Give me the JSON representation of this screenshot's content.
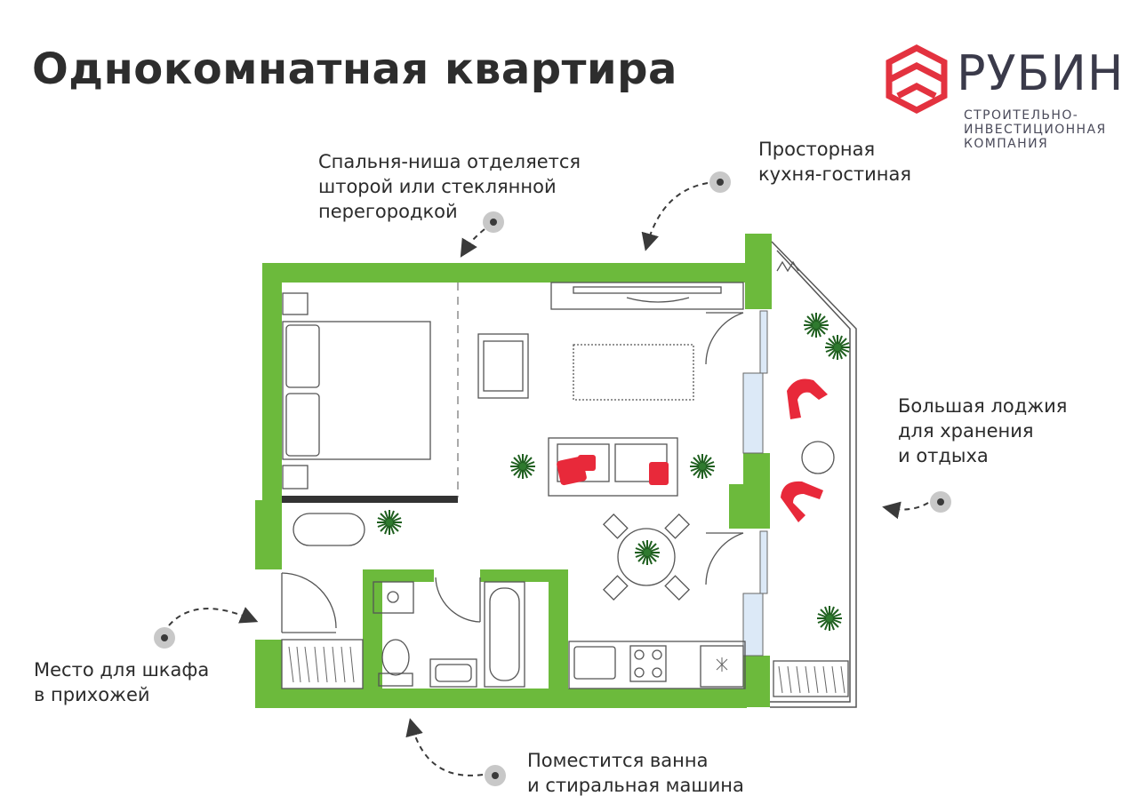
{
  "header": {
    "title": "Однокомнатная квартира"
  },
  "brand": {
    "name": "РУБИН",
    "tagline_lines": [
      "Строительно-",
      "инвестиционная",
      "компания"
    ],
    "color": "#e3323f"
  },
  "colors": {
    "wall": "#6cba3c",
    "marker": "#c8c8c8",
    "marker_dot": "#3a3a3a",
    "chair": "#e8293a",
    "window": "#dce9f7"
  },
  "callouts": {
    "bedroom": [
      "Спальня-ниша отделяется",
      "шторой или стеклянной",
      "перегородкой"
    ],
    "kitchen": [
      "Просторная",
      "кухня-гостиная"
    ],
    "loggia": [
      "Большая лоджия",
      "для хранения",
      "и отдыха"
    ],
    "hallway": [
      "Место для шкафа",
      "в прихожей"
    ],
    "bathroom": [
      "Поместится ванна",
      "и стиральная машина"
    ]
  }
}
